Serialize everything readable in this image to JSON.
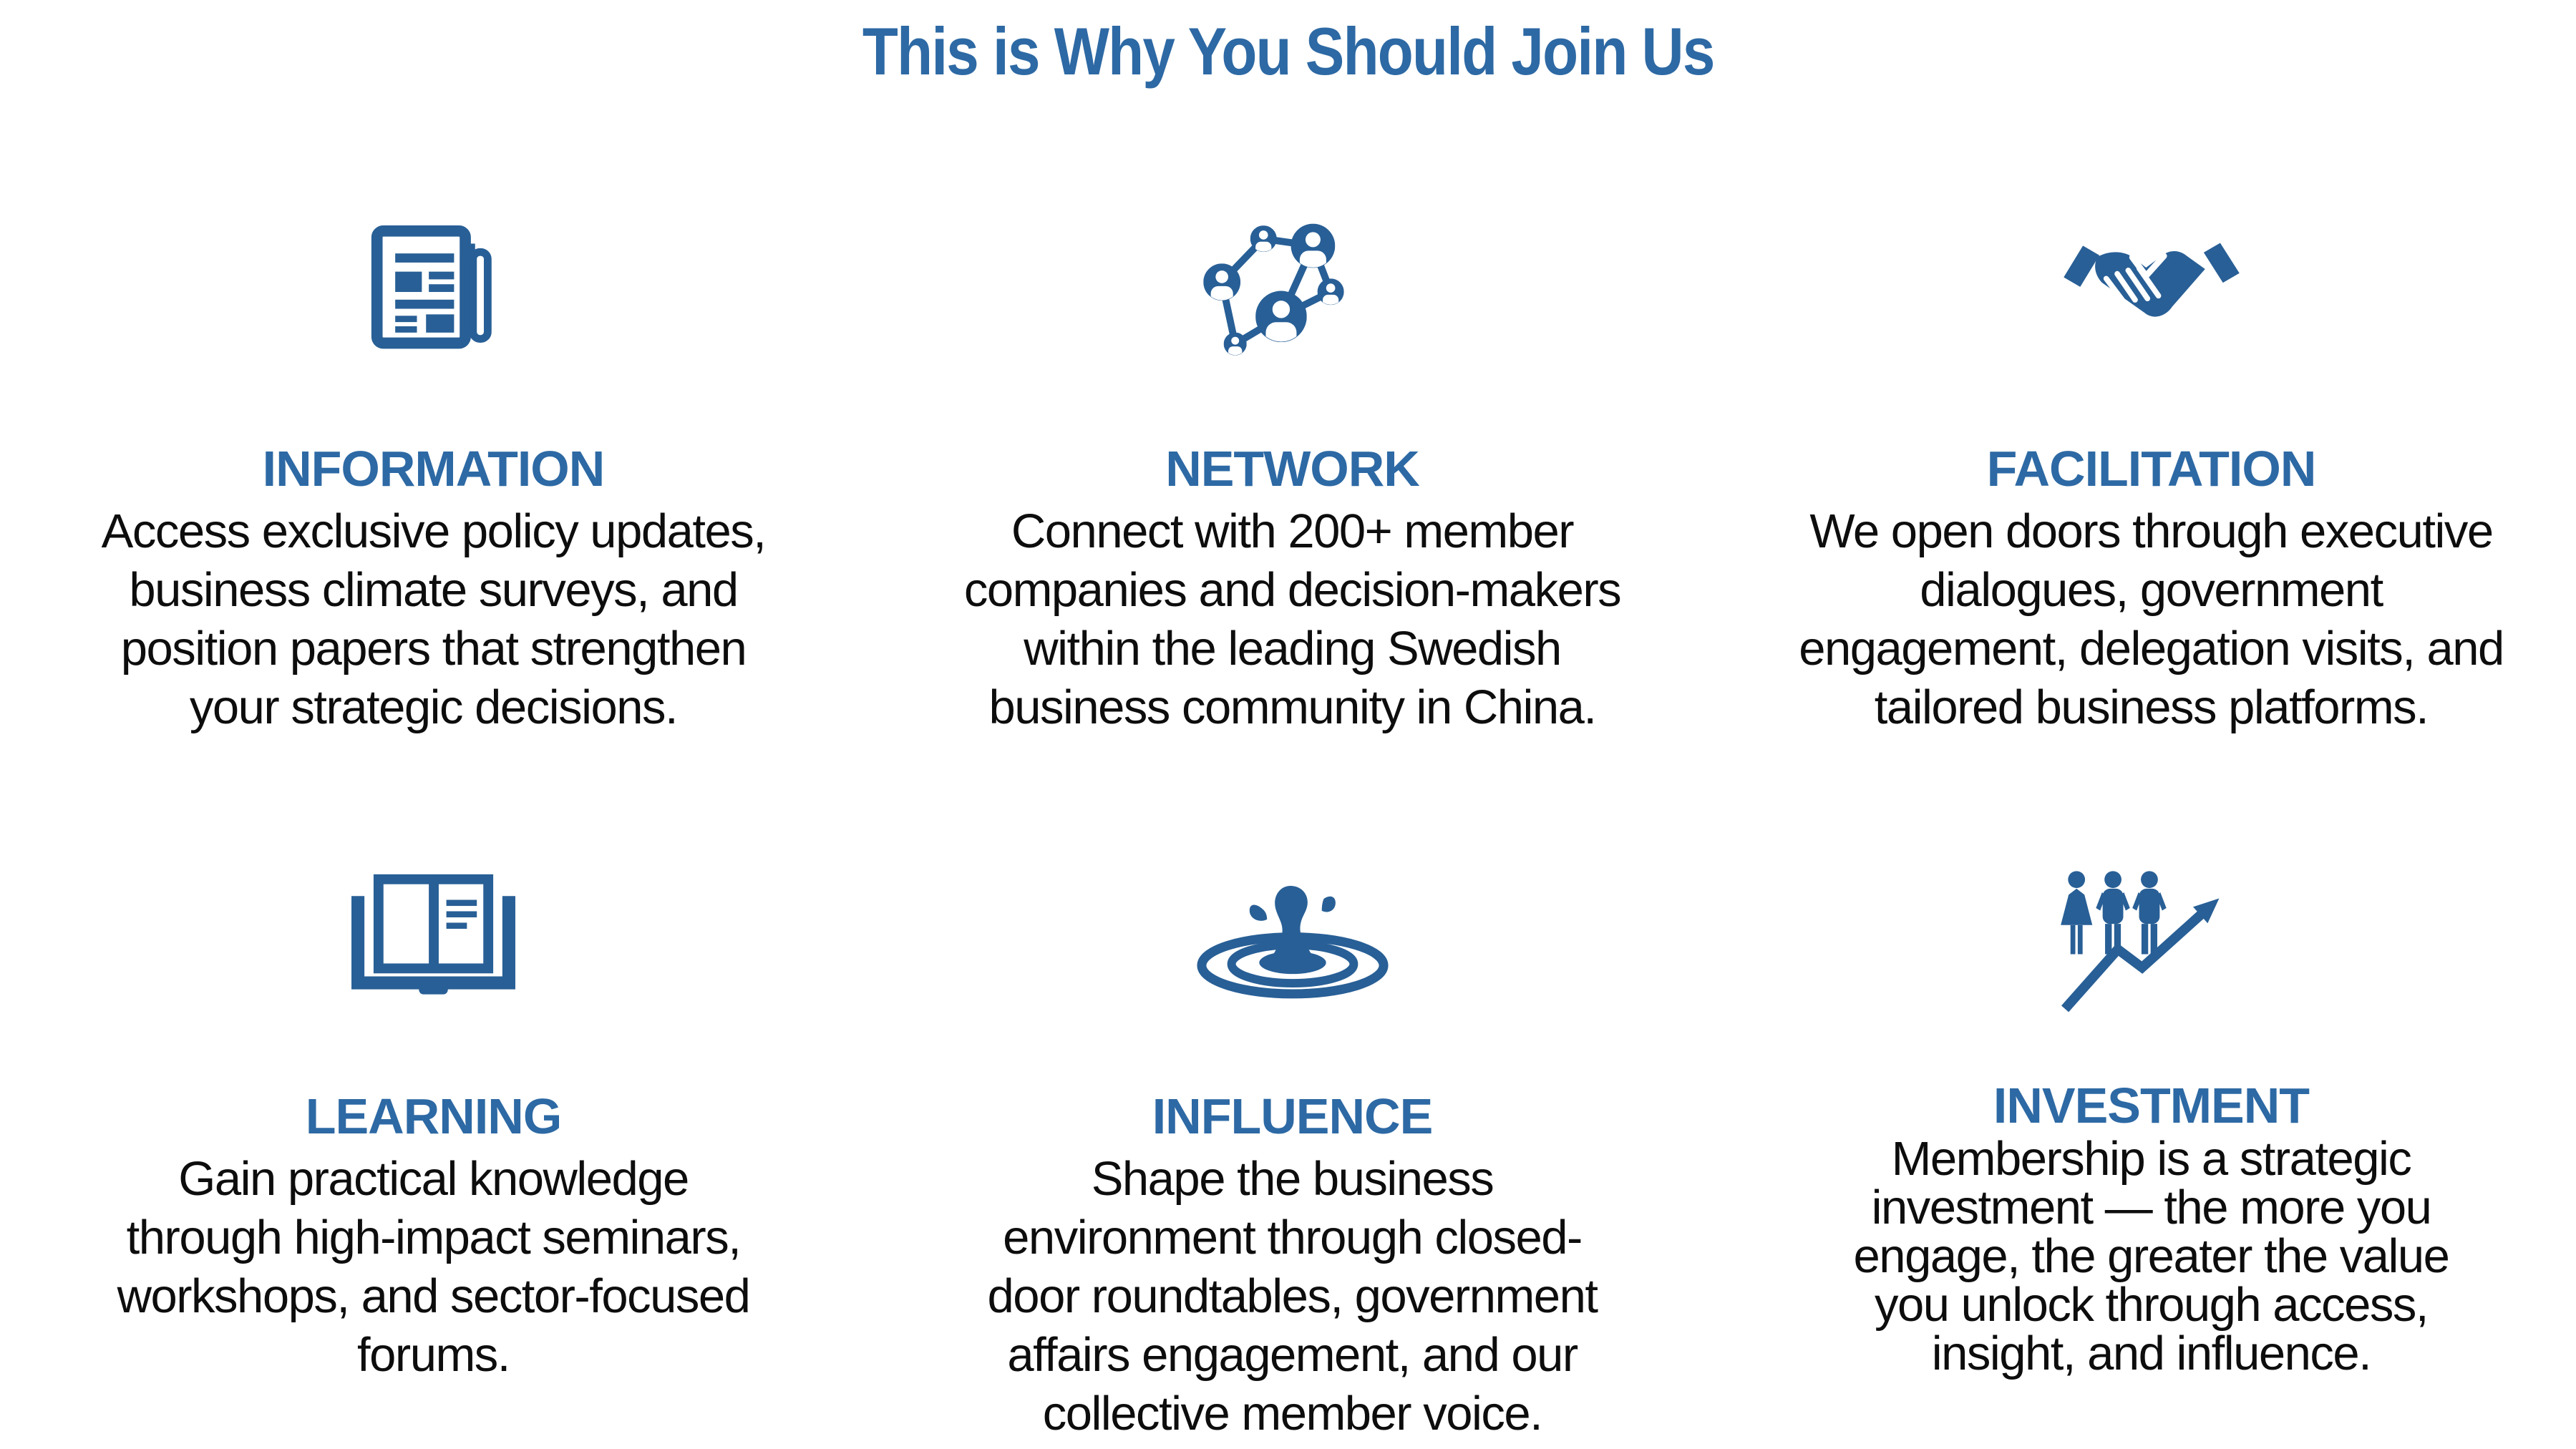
{
  "theme": {
    "background": "#ffffff",
    "accent_blue": "#2D69A4",
    "icon_blue": "#285F96",
    "text_color": "#0d0d0d"
  },
  "title": "This is Why You Should Join Us",
  "cards": [
    {
      "id": "information",
      "icon": "newspaper-icon",
      "heading": "INFORMATION",
      "body_lines": [
        "Access exclusive policy updates,",
        "business climate surveys, and",
        "position papers that strengthen",
        "your strategic decisions."
      ]
    },
    {
      "id": "network",
      "icon": "people-network-icon",
      "heading": "NETWORK",
      "body_lines": [
        "Connect with 200+ member",
        "companies and decision-makers",
        "within the leading Swedish",
        "business community in China."
      ]
    },
    {
      "id": "facilitation",
      "icon": "handshake-icon",
      "heading": "FACILITATION",
      "body_lines": [
        "We open doors through executive",
        "dialogues, government",
        "engagement, delegation visits, and",
        "tailored business platforms."
      ]
    },
    {
      "id": "learning",
      "icon": "open-book-icon",
      "heading": "LEARNING",
      "body_lines": [
        "Gain practical knowledge",
        "through high-impact seminars,",
        "workshops, and sector-focused",
        "forums."
      ]
    },
    {
      "id": "influence",
      "icon": "water-ripple-icon",
      "heading": "INFLUENCE",
      "body_lines": [
        "Shape the business",
        "environment through closed-",
        "door roundtables, government",
        "affairs engagement, and our",
        "collective member voice."
      ]
    },
    {
      "id": "investment",
      "icon": "people-growth-arrow-icon",
      "heading": "INVESTMENT",
      "body_lines": [
        "Membership is a strategic",
        "investment — the more you",
        "engage, the greater the value",
        "you unlock through access,",
        "insight, and influence."
      ]
    }
  ]
}
